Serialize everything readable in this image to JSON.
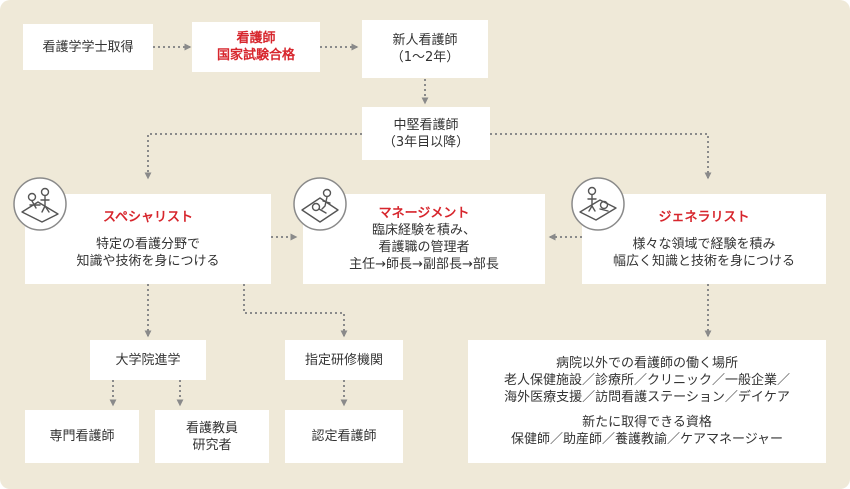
{
  "colors": {
    "background": "#efe9d8",
    "box": "#ffffff",
    "accent": "#d7262d",
    "connector": "#8a8a8a",
    "text": "#333333"
  },
  "nodes": {
    "start": "看護学学士取得",
    "exam": {
      "line1": "看護師",
      "line2": "国家試験合格"
    },
    "new_nurse": {
      "line1": "新人看護師",
      "line2": "（1〜2年）"
    },
    "mid_nurse": {
      "line1": "中堅看護師",
      "line2": "（3年目以降）"
    },
    "specialist": {
      "title": "スペシャリスト",
      "line1": "特定の看護分野で",
      "line2": "知識や技術を身につける",
      "icon": "nurse-care-icon"
    },
    "management": {
      "title": "マネージメント",
      "line1": "臨床経験を積み、",
      "line2": "看護職の管理者",
      "line3": "主任→師長→副部長→部長",
      "icon": "nurse-care-icon"
    },
    "generalist": {
      "title": "ジェネラリスト",
      "line1": "様々な領域で経験を積み",
      "line2": "幅広く知識と技術を身につける",
      "icon": "nurse-care-icon"
    },
    "grad_school": "大学院進学",
    "designated": "指定研修機関",
    "specialist_nurse": "専門看護師",
    "educator": {
      "line1": "看護教員",
      "line2": "研究者"
    },
    "certified_nurse": "認定看護師",
    "other": {
      "line1": "病院以外での看護師の働く場所",
      "line2": "老人保健施設／診療所／クリニック／一般企業／",
      "line3": "海外医療支援／訪問看護ステーション／デイケア",
      "line4": "新たに取得できる資格",
      "line5": "保健師／助産師／養護教諭／ケアマネージャー"
    }
  }
}
